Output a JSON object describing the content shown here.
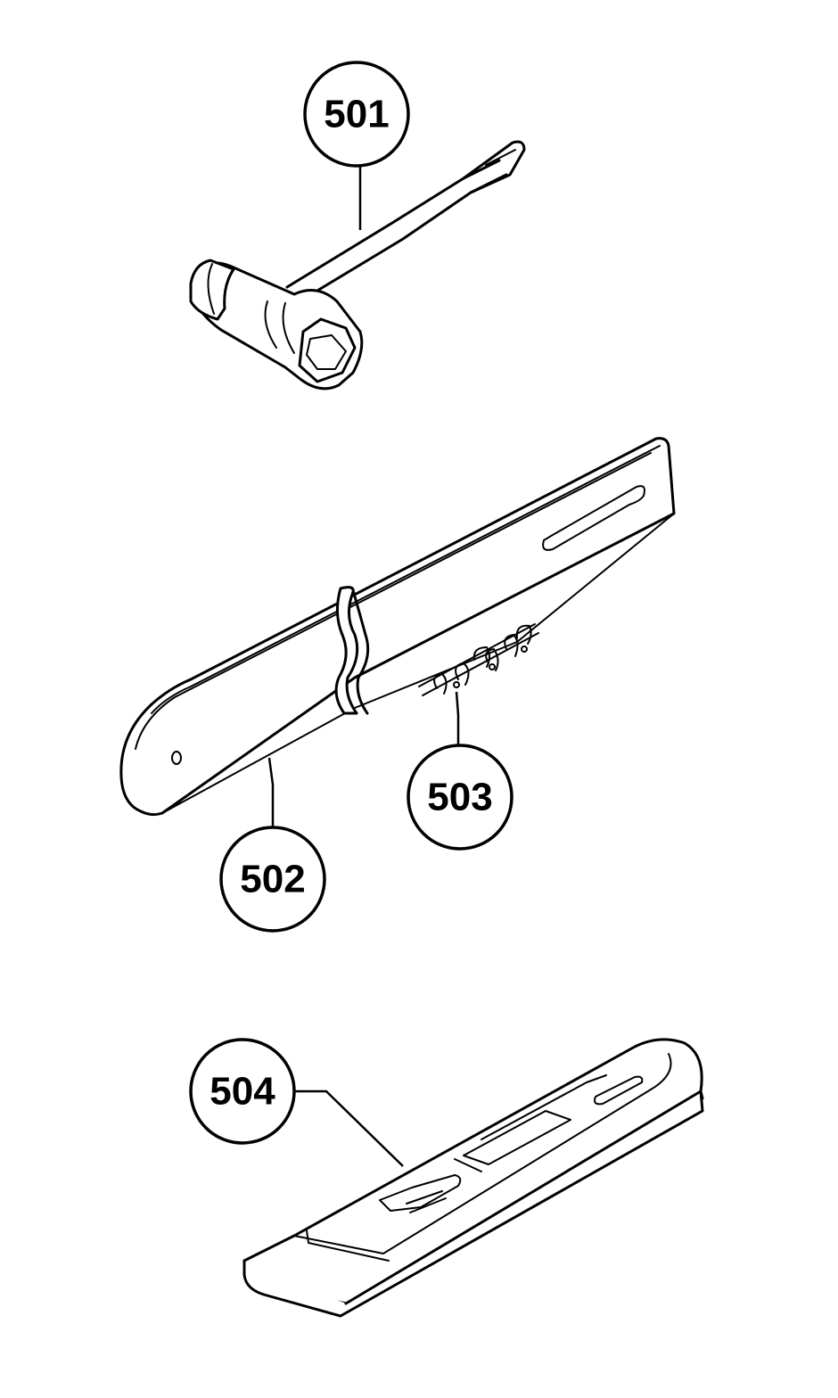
{
  "parts": [
    {
      "label": "501",
      "icon": "t-wrench-icon"
    },
    {
      "label": "502",
      "icon": "guide-bar-icon"
    },
    {
      "label": "503",
      "icon": "saw-chain-icon"
    },
    {
      "label": "504",
      "icon": "bar-cover-icon"
    }
  ]
}
